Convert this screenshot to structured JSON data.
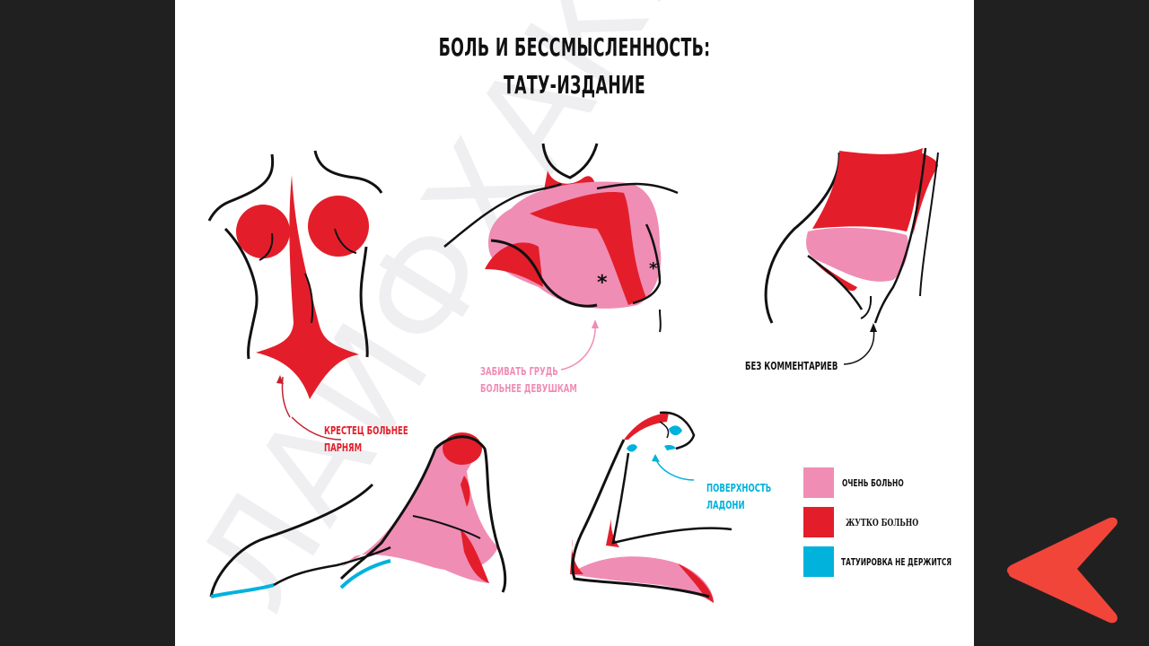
{
  "slide": {
    "title_line1": "БОЛЬ И БЕССМЫСЛЕННОСТЬ:",
    "title_line2": "ТАТУ-ИЗДАНИЕ",
    "watermark": "ЛАЙФХАКЕР",
    "background": "#ffffff"
  },
  "colors": {
    "page_background": "#212021",
    "very_painful": "#f08db4",
    "terribly_painful": "#e31e2a",
    "tattoo_wont_hold": "#00b2dc",
    "back_arrow": "#f2453a"
  },
  "annotations": {
    "sacrum_line1": "КРЕСТЕЦ БОЛЬНЕЕ",
    "sacrum_line2": "ПАРНЯМ",
    "chest_line1": "ЗАБИВАТЬ ГРУДЬ",
    "chest_line2": "БОЛЬНЕЕ ДЕВУШКАМ",
    "groin": "БЕЗ КОММЕНТАРИЕВ",
    "palm_line1": "ПОВЕРХНОСТЬ",
    "palm_line2": "ЛАДОНИ"
  },
  "legend": {
    "items": [
      {
        "label": "ОЧЕНЬ БОЛЬНО",
        "color": "#f08db4"
      },
      {
        "label": "ЖУТКО БОЛЬНО",
        "color": "#e31e2a"
      },
      {
        "label": "ТАТУИРОВКА НЕ ДЕРЖИТСЯ",
        "color": "#00b2dc"
      }
    ]
  },
  "navigation": {
    "back_icon": "back-arrow-icon"
  }
}
